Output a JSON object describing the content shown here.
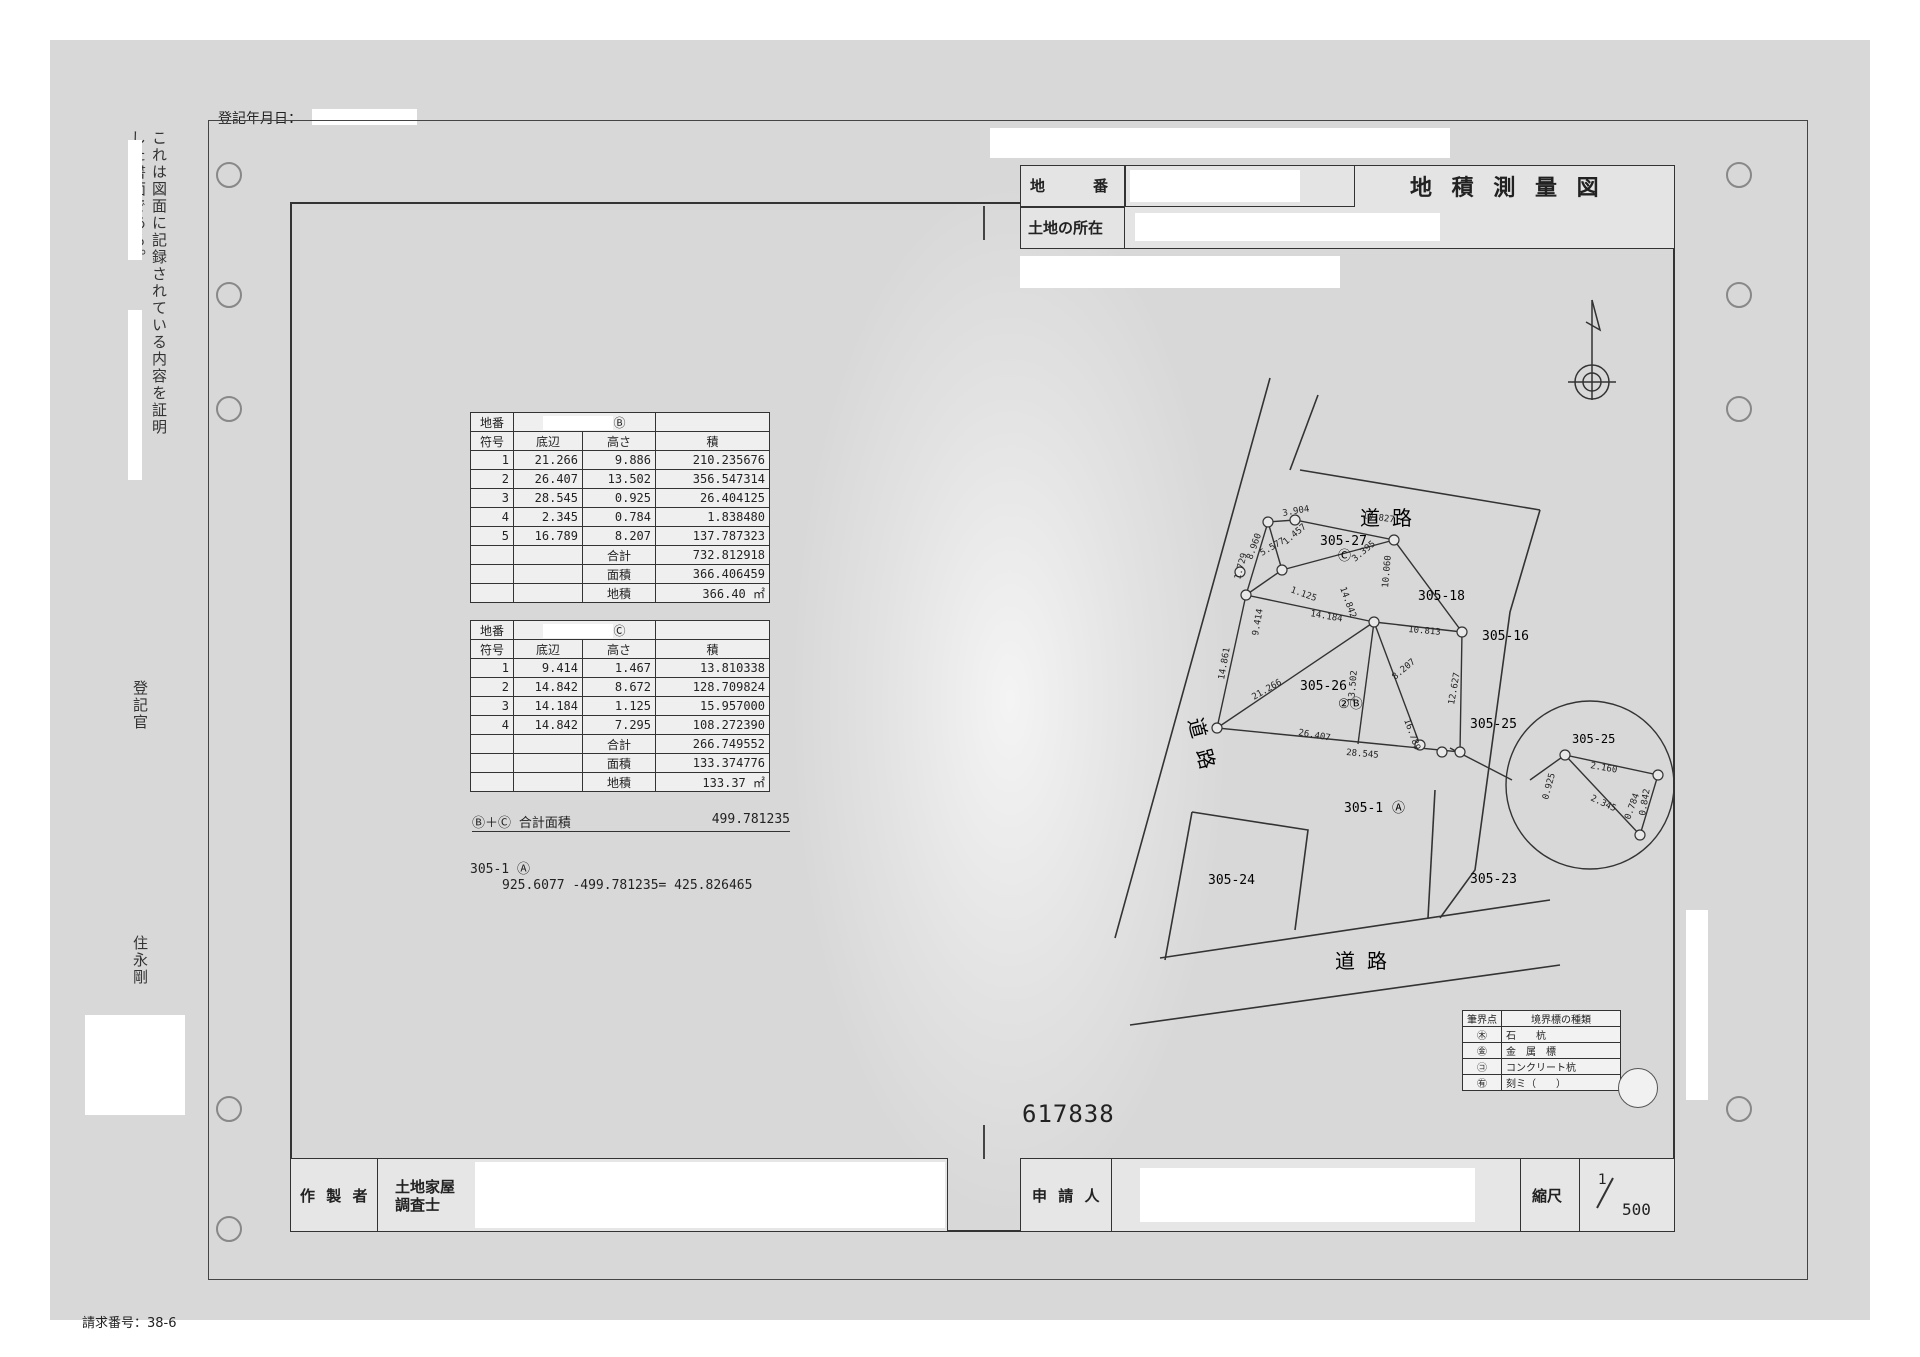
{
  "header": {
    "registration_date_label": "登記年月日：",
    "title": "地 積 測 量 図",
    "chiban_label": "地　　番",
    "location_label": "土地の所在"
  },
  "side": {
    "certification": "これは図面に記録されている内容を証明した書面である。",
    "registrar_label": "登記官",
    "registrar_name": "住永剛",
    "request_number": "請求番号：38-6"
  },
  "table_b": {
    "chiban_label": "地番",
    "mark": "Ⓑ",
    "headers": [
      "符号",
      "底辺",
      "高さ",
      "積"
    ],
    "rows": [
      [
        "1",
        "21.266",
        "9.886",
        "210.235676"
      ],
      [
        "2",
        "26.407",
        "13.502",
        "356.547314"
      ],
      [
        "3",
        "28.545",
        "0.925",
        "26.404125"
      ],
      [
        "4",
        "2.345",
        "0.784",
        "1.838480"
      ],
      [
        "5",
        "16.789",
        "8.207",
        "137.787323"
      ]
    ],
    "totals": [
      [
        "合計",
        "732.812918"
      ],
      [
        "面積",
        "366.406459"
      ],
      [
        "地積",
        "366.40 ㎡"
      ]
    ]
  },
  "table_c": {
    "chiban_label": "地番",
    "mark": "Ⓒ",
    "headers": [
      "符号",
      "底辺",
      "高さ",
      "積"
    ],
    "rows": [
      [
        "1",
        "9.414",
        "1.467",
        "13.810338"
      ],
      [
        "2",
        "14.842",
        "8.672",
        "128.709824"
      ],
      [
        "3",
        "14.184",
        "1.125",
        "15.957000"
      ],
      [
        "4",
        "14.842",
        "7.295",
        "108.272390"
      ]
    ],
    "totals": [
      [
        "合計",
        "266.749552"
      ],
      [
        "面積",
        "133.374776"
      ],
      [
        "地積",
        "133.37 ㎡"
      ]
    ]
  },
  "summary": {
    "combined_label": "Ⓑ＋Ⓒ 合計面積",
    "combined_value": "499.781235",
    "lot_a_label": "305-1 Ⓐ",
    "lot_a_formula": "925.6077 -499.781235= 425.826465"
  },
  "map": {
    "road": "道 路",
    "lots": [
      "305-27",
      "305-18",
      "305-16",
      "305-26",
      "305-25",
      "305-1",
      "305-24",
      "305-23"
    ],
    "lot_a_mark": "Ⓐ",
    "lot_b_mark": "②Ⓑ",
    "lot_c_mark": "Ⓒ",
    "dimensions": [
      "3.904",
      "10.827",
      "8.960",
      "1.457",
      "5.577",
      "3.395",
      "14.842",
      "10.060",
      "1.125",
      "14.184",
      "1.729",
      "10.813",
      "9.414",
      "14.861",
      "21.266",
      "13.502",
      "8.207",
      "12.627",
      "16.789",
      "26.407",
      "28.545"
    ],
    "inset_lot": "305-25",
    "inset_dimensions": [
      "0.925",
      "2.160",
      "2.345",
      "0.784",
      "0.842"
    ],
    "document_number": "617838"
  },
  "legend": {
    "headers": [
      "筆界点",
      "境界標の種類"
    ],
    "rows": [
      [
        "㊍",
        "石　　杭"
      ],
      [
        "㊎",
        "金　属　標"
      ],
      [
        "㋙",
        "コンクリート杭"
      ],
      [
        "㊒",
        "刻ミ（　　）"
      ]
    ]
  },
  "footer": {
    "creator_label": "作 製 者",
    "creator_title": "土地家屋\n調査士",
    "applicant_label": "申 請 人",
    "scale_label": "縮尺",
    "scale_numerator": "1",
    "scale_denominator": "500"
  }
}
